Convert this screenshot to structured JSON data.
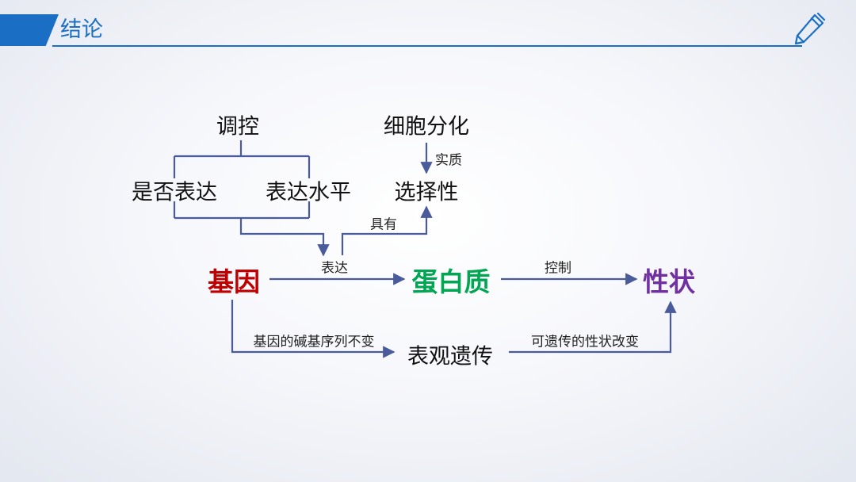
{
  "header": {
    "title": "结论"
  },
  "colors": {
    "accent": "#1a6fc4",
    "line": "#4a5b9c",
    "gene": "#c00000",
    "protein": "#00a651",
    "trait": "#7030a0"
  },
  "nodes": {
    "regulation": "调控",
    "whether_expressed": "是否表达",
    "expression_level": "表达水平",
    "cell_differentiation": "细胞分化",
    "selectivity": "选择性",
    "gene": "基因",
    "protein": "蛋白质",
    "trait": "性状",
    "epigenetics": "表观遗传"
  },
  "edge_labels": {
    "essence": "实质",
    "has": "具有",
    "express": "表达",
    "control": "控制",
    "base_sequence_unchanged": "基因的碱基序列不变",
    "heritable_trait_change": "可遗传的性状改变"
  },
  "icons": {
    "pen": "pen-icon"
  }
}
